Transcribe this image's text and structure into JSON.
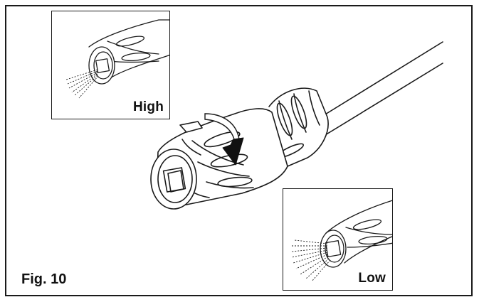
{
  "figure": {
    "caption": "Fig. 10",
    "insets": {
      "high": {
        "label": "High"
      },
      "low": {
        "label": "Low"
      }
    }
  },
  "colors": {
    "line": "#1a1a1a",
    "fill": "#ffffff",
    "arrow": "#111111"
  },
  "icons": {
    "rotation": "curved-arrow-icon"
  }
}
